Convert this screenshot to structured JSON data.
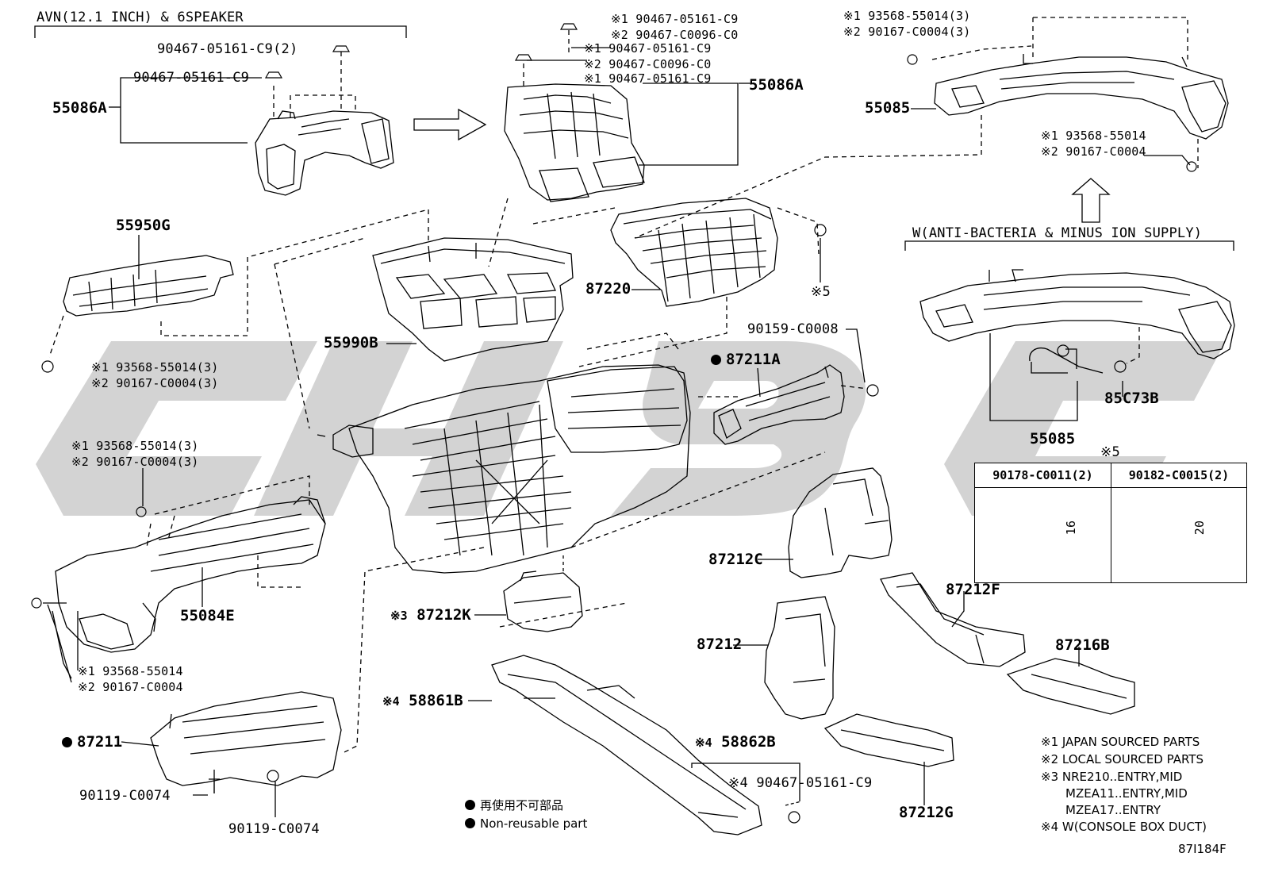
{
  "diagram": {
    "header_note": "AVN(12.1 INCH) & 6SPEAKER",
    "w_note": "W(ANTI-BACTERIA & MINUS ION SUPPLY)",
    "watermark_text": "CH8C",
    "figure_code": "87I184F",
    "colors": {
      "line": "#000000",
      "watermark": "#d2d2d2"
    },
    "parts": {
      "p55086A_left": "55086A",
      "p55086A_right": "55086A",
      "p55085_top": "55085",
      "p55085_w": "55085",
      "p55950G": "55950G",
      "p55990B": "55990B",
      "p87220": "87220",
      "p87211A": "87211A",
      "p85C73B": "85C73B",
      "p55084E": "55084E",
      "p87211": "87211",
      "p87212K": "87212K",
      "p87212C": "87212C",
      "p87212F": "87212F",
      "p87212": "87212",
      "p87216B": "87216B",
      "p87212G": "87212G",
      "p58861B": "58861B",
      "p58862B": "58862B"
    },
    "fasteners": {
      "f_9046705161C9_2": "90467-05161-C9(2)",
      "f_9046705161C9_a": "90467-05161-C9",
      "f_top1_line1": "※1 90467-05161-C9",
      "f_top1_line2": "※2 90467-C0096-C0",
      "f_top2_line1": "※1 90467-05161-C9",
      "f_top2_line2": "※2 90467-C0096-C0",
      "f_top3_line1": "※1 90467-05161-C9",
      "f_tr_line1": "※1 93568-55014(3)",
      "f_tr_line2": "※2 90167-C0004(3)",
      "f_tr2_line1": "※1 93568-55014",
      "f_tr2_line2": "※2 90167-C0004",
      "f_l1_line1": "※1 93568-55014(3)",
      "f_l1_line2": "※2 90167-C0004(3)",
      "f_l2_line1": "※1 93568-55014(3)",
      "f_l2_line2": "※2 90167-C0004(3)",
      "f_l3_line1": "※1 93568-55014",
      "f_l3_line2": "※2 90167-C0004",
      "f_90159": "90159-C0008",
      "f_star5": "※5",
      "f_90119_a": "90119-C0074",
      "f_90119_b": "90119-C0074",
      "f_87212K_prefix": "※3",
      "f_58861B_prefix": "※4",
      "f_58862B_prefix": "※4",
      "f_9046705161C9_b": "※4 90467-05161-C9"
    },
    "table": {
      "title": "※5",
      "col1": "90178-C0011(2)",
      "col2": "90182-C0015(2)",
      "dim1": "16",
      "dim2": "20"
    },
    "legend": {
      "jp": "再使用不可部品",
      "en": "Non-reusable part"
    },
    "notes": [
      "※1 JAPAN SOURCED PARTS",
      "※2 LOCAL SOURCED PARTS",
      "※3 NRE210..ENTRY,MID",
      "MZEA11..ENTRY,MID",
      "MZEA17..ENTRY",
      "※4 W(CONSOLE BOX DUCT)"
    ]
  }
}
